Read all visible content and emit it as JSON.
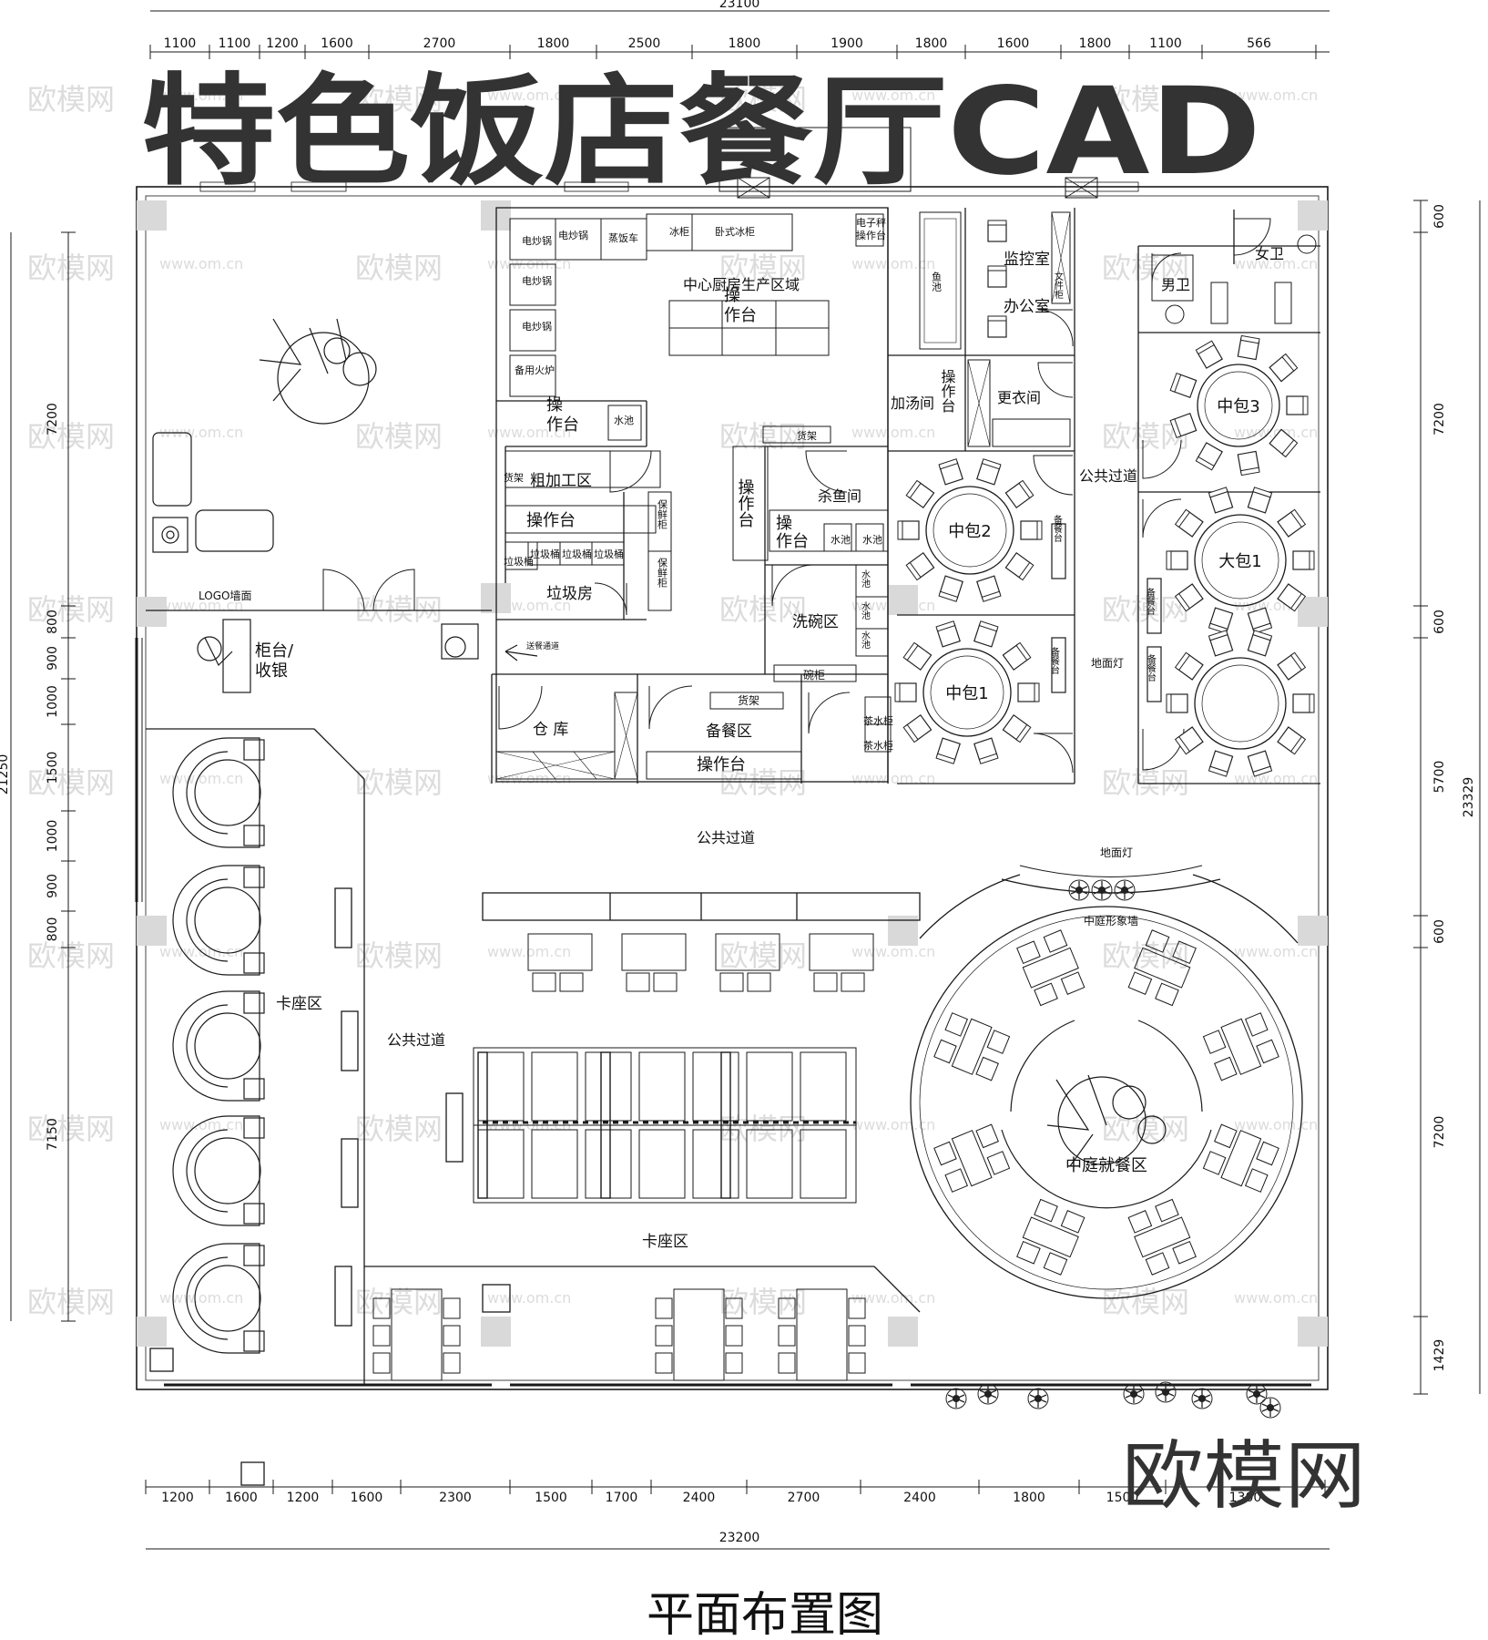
{
  "title": "特色饭店餐厅CAD",
  "caption": "平面布置图",
  "brand": "欧模网",
  "watermark": {
    "name": "欧模网",
    "url": "www.om.cn"
  },
  "dimensions": {
    "top_total": "23100",
    "top_segments": [
      "1100",
      "1100",
      "1200",
      "1600",
      "2700",
      "1800",
      "2500",
      "1800",
      "1900",
      "1800",
      "1600",
      "1800",
      "1100",
      "566"
    ],
    "bottom_total": "23200",
    "bottom_segments": [
      "1200",
      "1600",
      "1200",
      "1600",
      "2300",
      "1500",
      "1700",
      "2400",
      "2700",
      "2400",
      "1800",
      "1500",
      "1300"
    ],
    "left_total": "21250",
    "left_segments": [
      "7200",
      "800",
      "900",
      "1000",
      "1500",
      "1000",
      "900",
      "800",
      "7150"
    ],
    "right_total": "23329",
    "right_segments": [
      "600",
      "7200",
      "600",
      "5700",
      "600",
      "7200",
      "1429"
    ]
  },
  "rooms": {
    "stir_fry_1": "电炒锅",
    "stir_fry_2": "电炒锅",
    "steam_cart": "蒸饭车",
    "fridge": "冰柜",
    "horizontal_freezer": "卧式冰柜",
    "scale_line1": "电子秤",
    "scale_line2": "操作台",
    "stir_fry_3": "电炒锅",
    "stir_fry_4": "电炒锅",
    "backup_stove": "备用火炉",
    "central_kitchen": "中心厨房生产区域",
    "work_top_1a": "操",
    "work_top_1b": "作台",
    "work_top_2a": "操",
    "work_top_2b": "作台",
    "sink": "水池",
    "shelf_1": "货架",
    "rough_processing": "粗加工区",
    "work_top_3": "操作台",
    "preservation_1": "保鲜柜",
    "preservation_2": "保鲜柜",
    "trash_bin_1": "垃圾桶",
    "trash_bin_2": "垃圾桶",
    "trash_bin_3": "垃圾桶",
    "trash_bin_4": "垃圾桶",
    "trash_room": "垃圾房",
    "fish_pond": "鱼池",
    "monitor_room": "监控室",
    "file_cabinet": "文件柜",
    "office": "办公室",
    "soup_room": "加汤间",
    "work_top_4": "操作台",
    "locker_room": "更衣间",
    "shelf_2": "货架",
    "work_top_5": "操作台",
    "fish_room": "杀鱼间",
    "work_top_6a": "操",
    "work_top_6b": "作台",
    "sink_2": "水池",
    "sink_3": "水池",
    "dish_wash": "洗碗区",
    "sink_4": "水池",
    "sink_5": "水池",
    "sink_6": "水池",
    "bowl_cabinet": "碗柜",
    "storage": "仓 库",
    "shelf_3": "货架",
    "serving_prep": "备餐区",
    "work_top_7": "操作台",
    "tea_cabinet_1": "茶水柜",
    "tea_cabinet_2": "茶水柜",
    "female_wc": "女卫",
    "male_wc": "男卫",
    "private_room_3": "中包3",
    "public_corridor_1": "公共过道",
    "private_room_2": "中包2",
    "sideboard_1": "备餐台",
    "large_private": "大包1",
    "sideboard_2": "备餐台",
    "floor_light_1": "地面灯",
    "private_room_1": "中包1",
    "sideboard_3": "备餐台",
    "sideboard_4": "备餐台",
    "logo_wall": "LOGO墙面",
    "counter_line1": "柜台/",
    "counter_line2": "收银",
    "passage": "送餐通道",
    "public_corridor_2": "公共过道",
    "floor_light_2": "地面灯",
    "image_wall": "中庭形象墙",
    "booth_area_1": "卡座区",
    "public_corridor_3": "公共过道",
    "atrium_dining": "中庭就餐区",
    "booth_area_2": "卡座区"
  },
  "colors": {
    "line": "#1a1a1a",
    "column": "#d9d9d9",
    "watermark": "#dcdcdc",
    "title": "#333333"
  }
}
